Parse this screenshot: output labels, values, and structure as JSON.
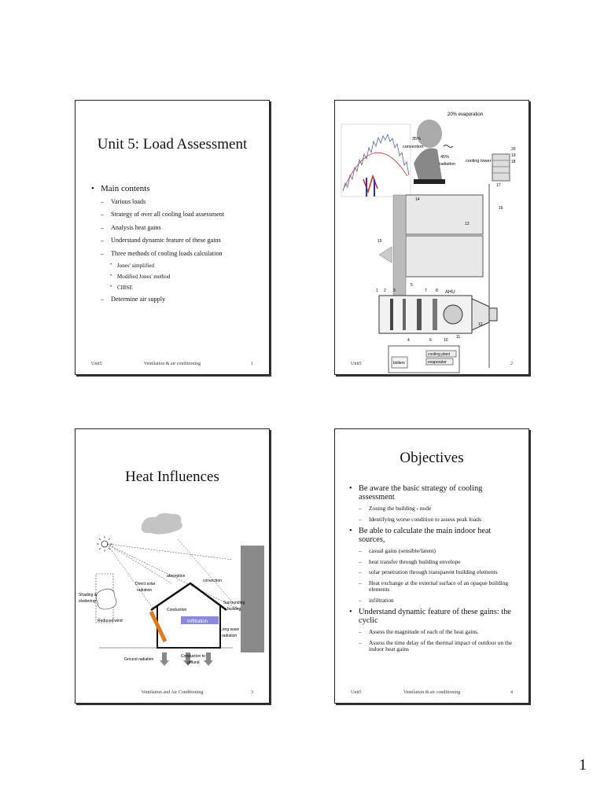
{
  "page_number": "1",
  "slides": [
    {
      "title": "Unit 5: Load Assessment",
      "bullet": "Main contents",
      "items": [
        "Various loads",
        "Strategy of over all cooling load assessment",
        "Analysis heat gains",
        "Understand dynamic feature of these gains",
        "Three methods of cooling loads calculation"
      ],
      "methods": [
        "Jones' simplified",
        "Modified Jones' method",
        "CIBSE"
      ],
      "last_item": "Determine air supply",
      "footer": {
        "left": "Unit5",
        "center": "Ventilation & air conditioning",
        "right": "1"
      }
    },
    {
      "diagram_labels": {
        "evaporation": "20% evaporation",
        "convection_pct": "35%",
        "convection": "convection",
        "radiation_pct": "45%",
        "radiation": "radiation",
        "cooling_tower": "cooling tower",
        "ahu": "AHU",
        "boilers": "boilers",
        "cooling_plant": "cooling plant",
        "evaporator": "evaporator",
        "n14": "14",
        "n13": "13",
        "n15": "15",
        "n16": "16",
        "n17": "17",
        "n12": "12",
        "n11": "11",
        "n10": "10",
        "n1": "1",
        "n2": "2",
        "n3": "3",
        "n5": "5",
        "n7": "7",
        "n8": "8",
        "n4": "4",
        "n20": "20",
        "n19": "19",
        "n18": "18",
        "n6": "6"
      },
      "footer": {
        "left": "Unit5",
        "right": "2"
      }
    },
    {
      "title": "Heat Influences",
      "diagram_labels": {
        "absorption": "absorption",
        "convection": "convection",
        "direct_solar": "Direct solar",
        "radiation": "radiation",
        "shading": "Shading &",
        "sheltering": "sheltering",
        "conduction": "Conduction",
        "infiltration": "Infiltration",
        "surrounding": "Surrounding",
        "building": "building",
        "reduced_wind": "Reduced wind",
        "long_wave": "Long wave",
        "long_wave_2": "radiation",
        "ground_radiation": "Ground radiation",
        "conduction_to": "Conduction to",
        "ground": "ground"
      },
      "footer": {
        "center": "Ventilation and Air Conditioning",
        "right": "3"
      }
    },
    {
      "title": "Objectives",
      "groups": [
        {
          "bullet": "Be aware the basic strategy of cooling assessment",
          "items": [
            "Zoning the building - node",
            "Identifying worse condition to assess peak loads"
          ]
        },
        {
          "bullet": "Be able to calculate the main indoor heat sources,",
          "items": [
            "casual gains (sensible/latent)",
            "heat transfer through building envelope",
            "solar penetration through transparent building elements",
            "Heat exchange at the external surface of an opaque building elements",
            "infiltration"
          ]
        },
        {
          "bullet": "Understand dynamic feature of these gains: the cyclic",
          "items": [
            "Assess the magnitude of each of the heat gains.",
            "Assess the time delay of the thermal impact of outdoor on the indoor heat gains"
          ]
        }
      ],
      "footer": {
        "left": "Unit5",
        "center": "Ventilation & air conditioning",
        "right": "4"
      }
    }
  ]
}
